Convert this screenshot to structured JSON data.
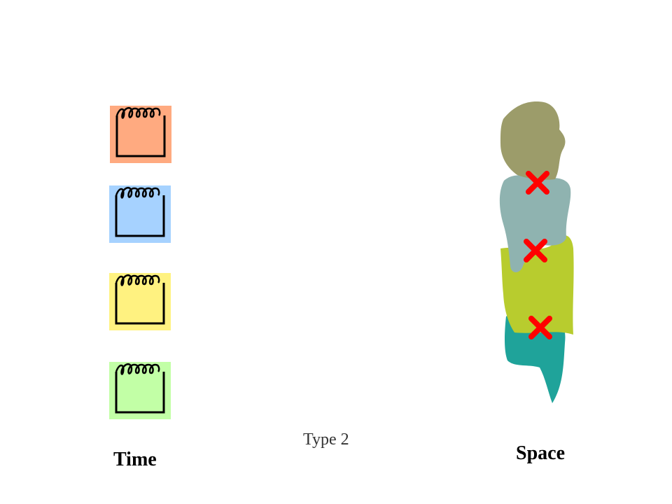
{
  "labels": {
    "time": "Time",
    "space": "Space",
    "type": "Type 2"
  },
  "calendars": [
    {
      "icon": "calendar-icon",
      "color": "#FFAA80"
    },
    {
      "icon": "calendar-icon",
      "color": "#A6D2FF"
    },
    {
      "icon": "calendar-icon",
      "color": "#FFF280"
    },
    {
      "icon": "calendar-icon",
      "color": "#C2FFA6"
    }
  ],
  "space_regions": [
    {
      "color": "#9C9C6A"
    },
    {
      "color": "#8FB3B0"
    },
    {
      "color": "#B8CC2E"
    },
    {
      "color": "#1FA39A"
    }
  ],
  "markers": {
    "icon": "cross-icon",
    "color": "#FF0000"
  }
}
